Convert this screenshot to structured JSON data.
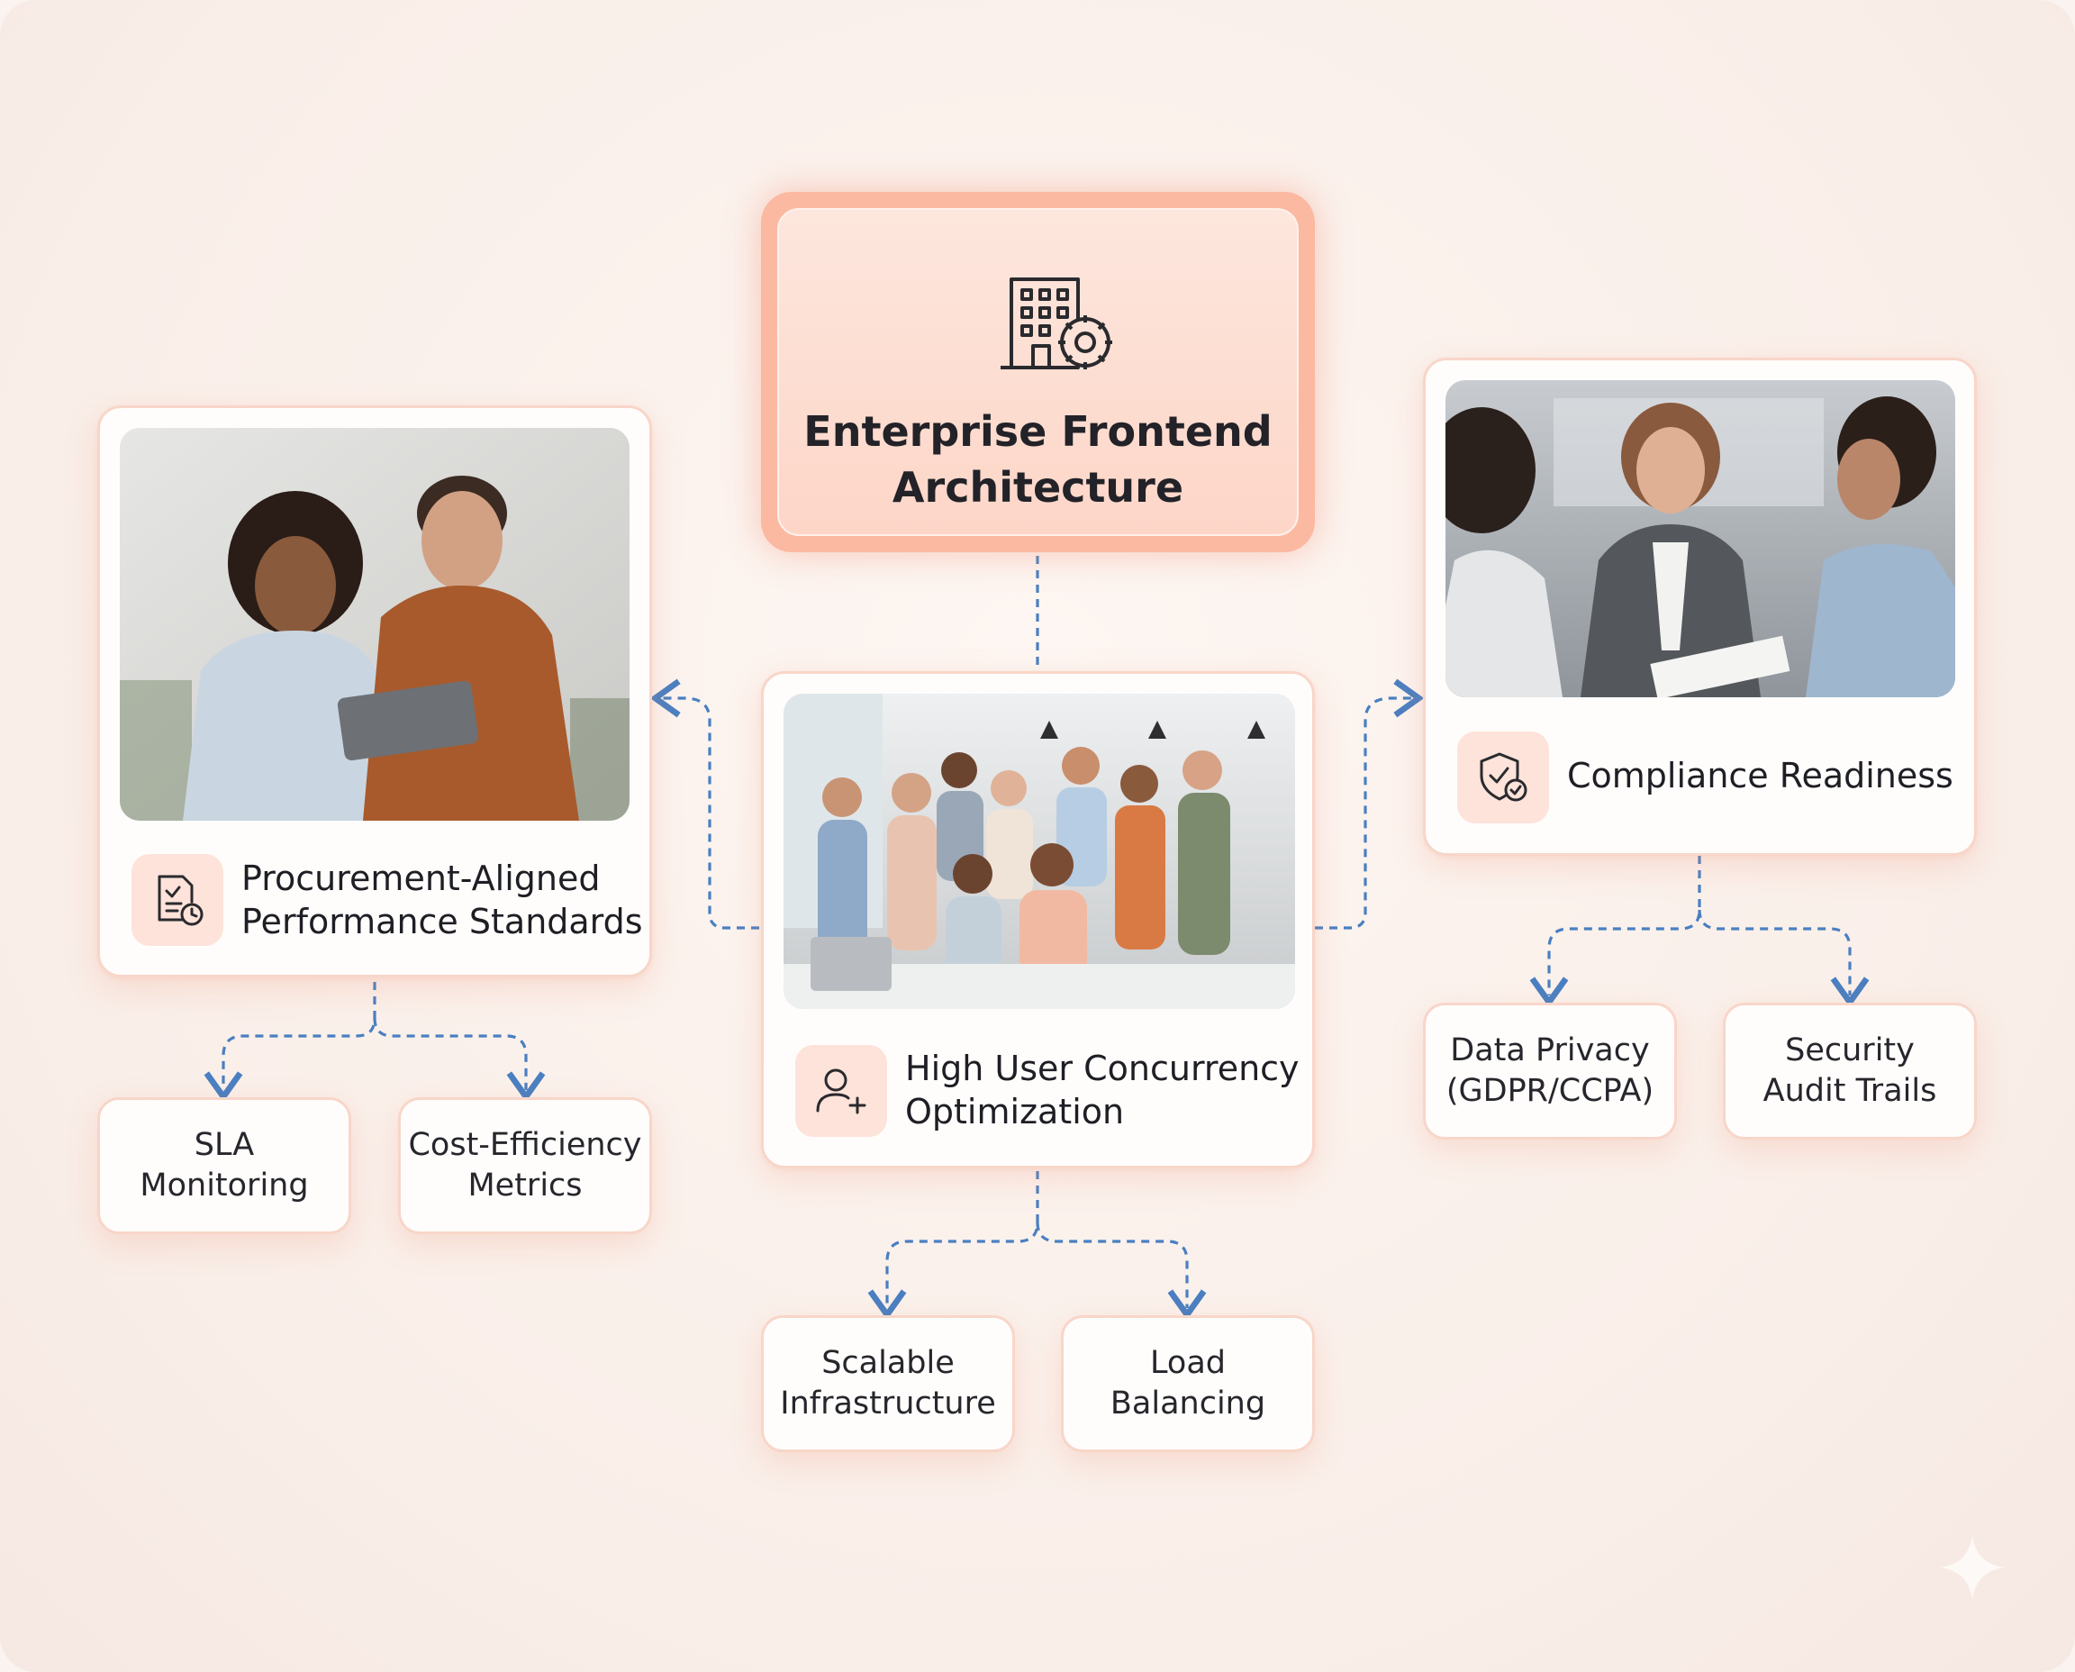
{
  "root": {
    "title": "Enterprise Frontend\nArchitecture",
    "icon": "building-gear-icon"
  },
  "branches": {
    "procurement": {
      "title": "Procurement-Aligned\nPerformance Standards",
      "icon": "document-clock-icon",
      "children": [
        "SLA\nMonitoring",
        "Cost-Efficiency\nMetrics"
      ]
    },
    "concurrency": {
      "title": "High User Concurrency\nOptimization",
      "icon": "user-add-icon",
      "children": [
        "Scalable\nInfrastructure",
        "Load\nBalancing"
      ]
    },
    "compliance": {
      "title": "Compliance Readiness",
      "icon": "shield-check-icon",
      "children": [
        "Data Privacy\n(GDPR/CCPA)",
        "Security\nAudit Trails"
      ]
    }
  },
  "colors": {
    "accent": "#f7a88c",
    "card_border": "#f8d6c9",
    "icon_tile": "#fde3d9",
    "connector": "#4a7fc1"
  }
}
